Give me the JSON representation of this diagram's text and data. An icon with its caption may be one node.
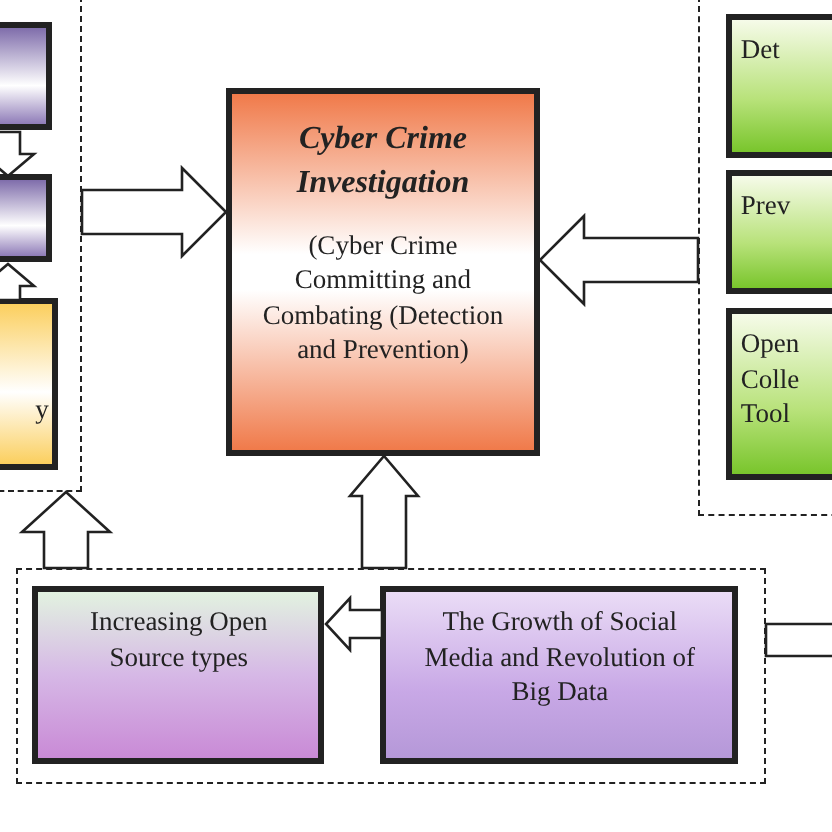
{
  "diagram": {
    "nodes": [
      {
        "text": [],
        "shape": "box"
      },
      {
        "text": [],
        "shape": "box",
        "in": 0
      },
      {
        "text": [],
        "shape": "box",
        "in": 0
      },
      {
        "text": [
          "y"
        ],
        "in": 0
      },
      {
        "text": [
          "Cyber Crime Investigation",
          "(Cyber Crime Committing and Combating (Detection and Prevention)"
        ]
      },
      {
        "text": [],
        "shape": "box"
      },
      {
        "text": [
          "Det"
        ],
        "in": 5
      },
      {
        "text": [
          "Prev"
        ],
        "in": 5
      },
      {
        "text": [
          "Open Colle Tool"
        ],
        "in": 5
      },
      {
        "text": [],
        "shape": "box"
      },
      {
        "text": [
          "Increasing Open Source types"
        ],
        "in": 9
      },
      {
        "text": [
          "The Growth of Social Media and Revolution of Big Data"
        ],
        "in": 9
      }
    ],
    "edges": [
      {
        "from": 1,
        "to": 2,
        "arrow": "to"
      },
      {
        "from": 3,
        "to": 2,
        "arrow": "to"
      },
      {
        "from": 0,
        "to": 4,
        "arrow": "to"
      },
      {
        "from": 5,
        "to": 4,
        "arrow": "to"
      },
      {
        "from": 9,
        "to": 4,
        "arrow": "to"
      },
      {
        "from": 9,
        "to": 0,
        "arrow": "to"
      },
      {
        "from": 11,
        "to": 10,
        "arrow": "to"
      },
      {
        "from": 9,
        "to": null,
        "arrow": "none"
      }
    ]
  }
}
